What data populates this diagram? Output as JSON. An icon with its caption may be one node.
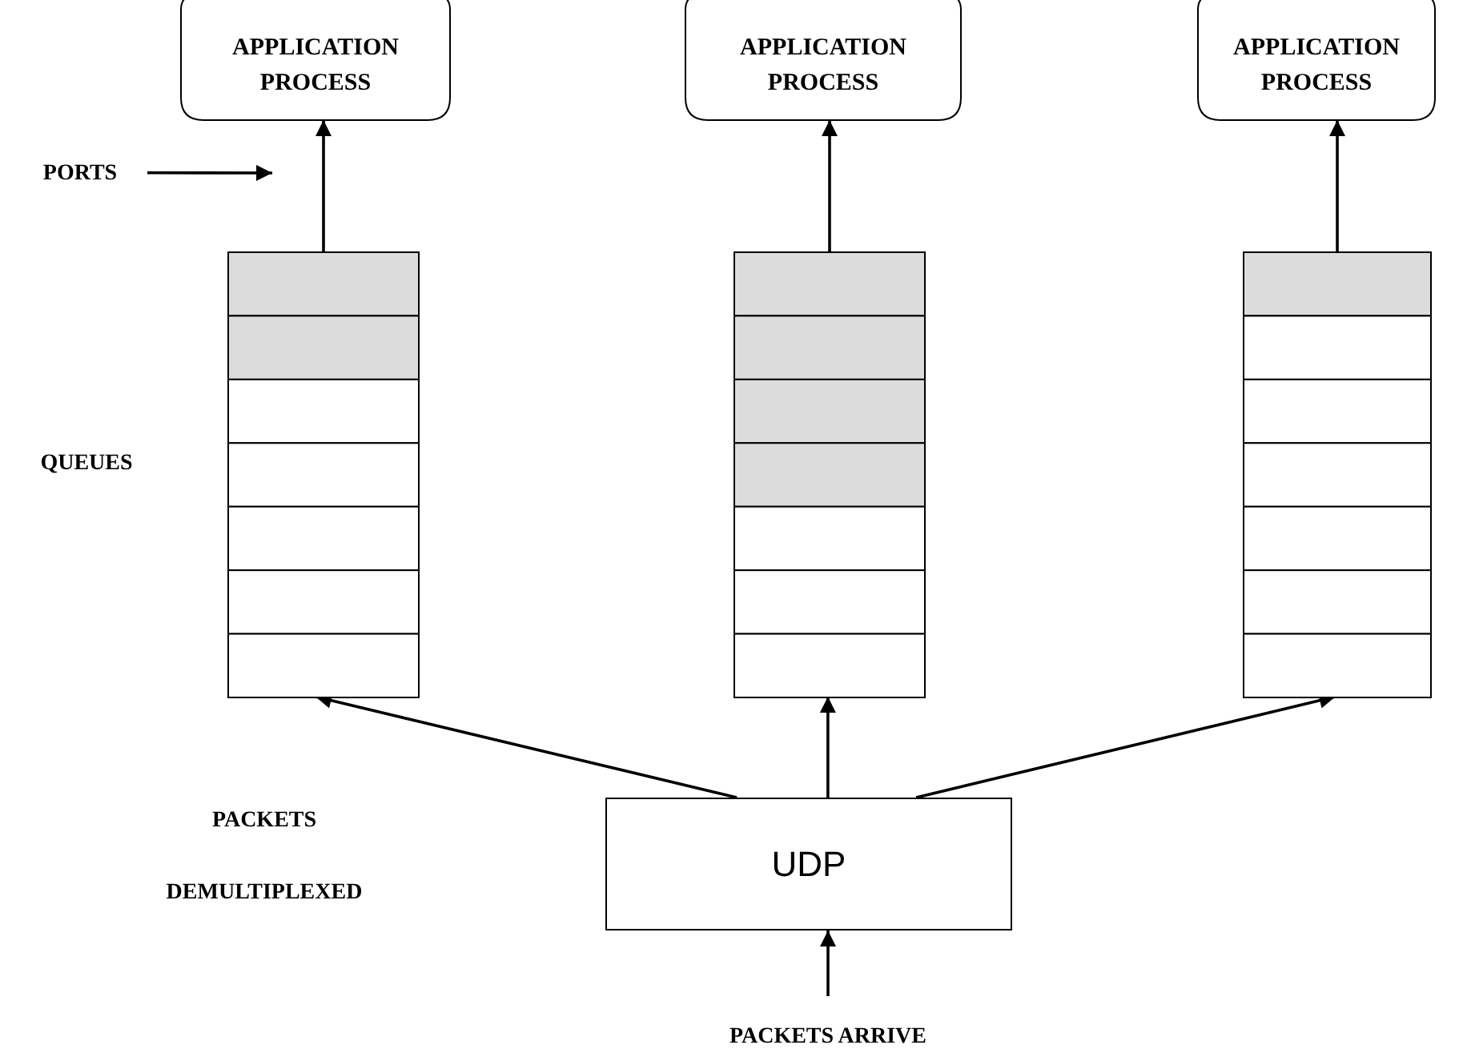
{
  "diagram": {
    "nodes": [
      {
        "text": [
          "APPLICATION PROCESS"
        ]
      },
      {
        "text": [
          "APPLICATION PROCESS"
        ]
      },
      {
        "text": [
          "APPLICATION PROCESS"
        ]
      },
      {
        "text": [],
        "shape": "box"
      },
      {
        "text": [],
        "shape": "box"
      },
      {
        "text": [],
        "shape": "box"
      },
      {
        "text": [
          "UDP"
        ]
      },
      {
        "text": [
          "PACKETS ARRIVE"
        ]
      },
      {
        "text": [
          "PORTS"
        ]
      }
    ],
    "edges": [
      {
        "from": 3,
        "to": 0,
        "arrow": "to"
      },
      {
        "from": 4,
        "to": 1,
        "arrow": "to"
      },
      {
        "from": 5,
        "to": 2,
        "arrow": "to"
      },
      {
        "from": 6,
        "to": 3,
        "arrow": "to"
      },
      {
        "from": 6,
        "to": 4,
        "arrow": "to"
      },
      {
        "from": 6,
        "to": 5,
        "arrow": "to"
      },
      {
        "from": 7,
        "to": 6,
        "arrow": "to"
      },
      {
        "from": 8,
        "to": null,
        "arrow": "to"
      }
    ],
    "labels": [
      "QUEUES",
      "PACKETS DEMULTIPLEXED"
    ]
  }
}
